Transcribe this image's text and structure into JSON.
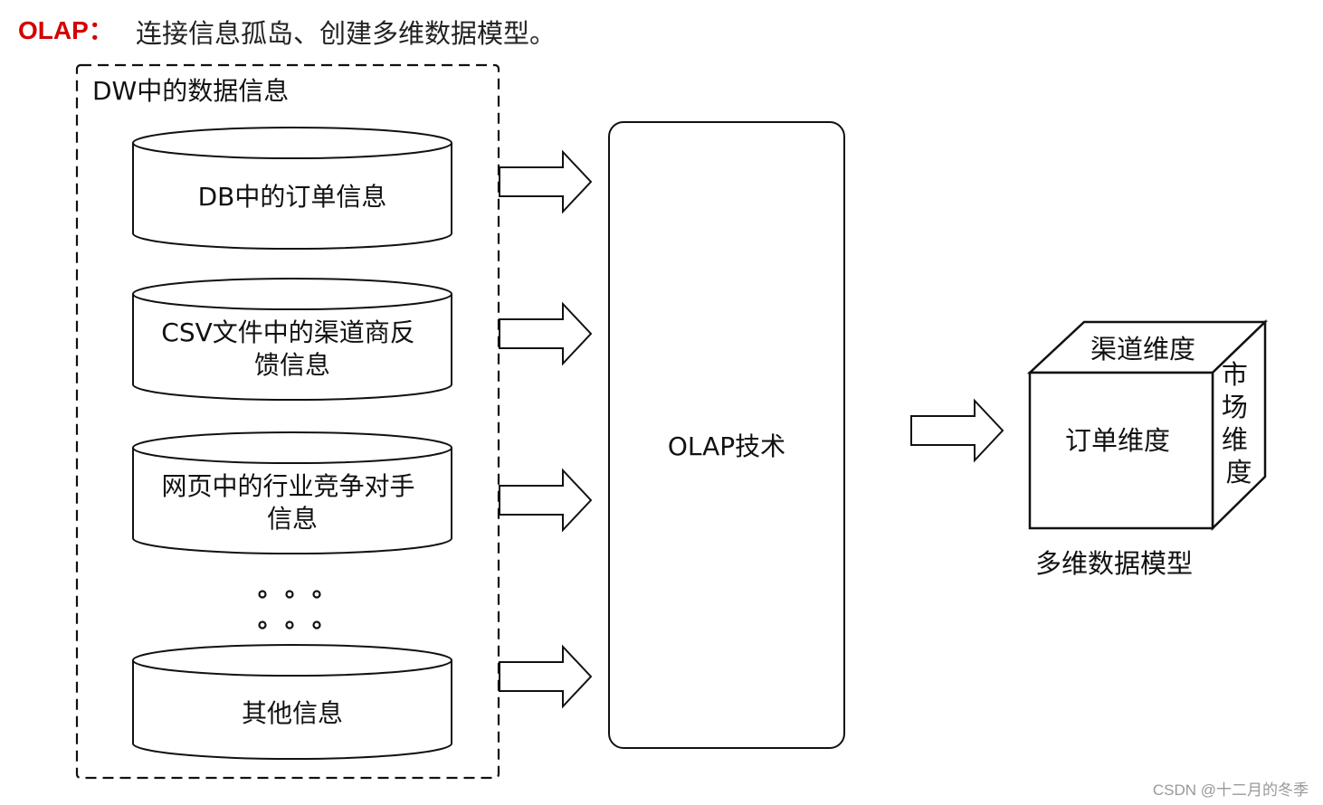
{
  "heading": {
    "label": "OLAP：",
    "text": "连接信息孤岛、创建多维数据模型。"
  },
  "dw_group": {
    "title": "DW中的数据信息",
    "sources": [
      {
        "lines": [
          "DB中的订单信息"
        ]
      },
      {
        "lines": [
          "CSV文件中的渠道商反",
          "馈信息"
        ]
      },
      {
        "lines": [
          "网页中的行业竞争对手",
          "信息"
        ]
      },
      {
        "lines": [
          "其他信息"
        ]
      }
    ]
  },
  "olap_box": {
    "label": "OLAP技术"
  },
  "cube": {
    "top_label": "渠道维度",
    "front_label": "订单维度",
    "side_label": [
      "市",
      "场",
      "维",
      "度"
    ],
    "caption": "多维数据模型"
  },
  "watermark": "CSDN @十二月的冬季"
}
